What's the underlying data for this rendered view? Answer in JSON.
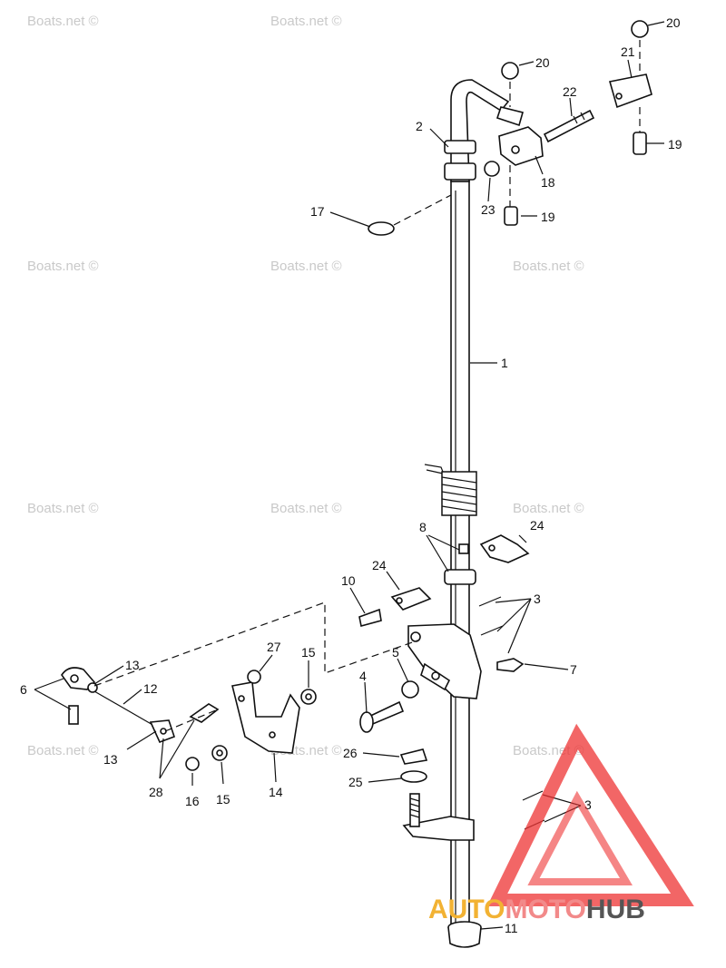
{
  "watermark": "Boats.net ©",
  "logo": {
    "part1": "AUTO",
    "part2": "MOTO",
    "part3": "HUB",
    "colors": {
      "auto": "#f2b233",
      "moto": "#f28a8a",
      "hub": "#555555",
      "triangle": "#ee3333"
    }
  },
  "callouts": {
    "c1": "1",
    "c2": "2",
    "c3a": "3",
    "c3b": "3",
    "c4": "4",
    "c5": "5",
    "c6": "6",
    "c7": "7",
    "c8": "8",
    "c10": "10",
    "c11": "11",
    "c12": "12",
    "c13a": "13",
    "c13b": "13",
    "c14": "14",
    "c15a": "15",
    "c15b": "15",
    "c16": "16",
    "c17": "17",
    "c18": "18",
    "c19a": "19",
    "c19b": "19",
    "c20a": "20",
    "c20b": "20",
    "c21": "21",
    "c22": "22",
    "c23": "23",
    "c24a": "24",
    "c24b": "24",
    "c25": "25",
    "c26": "26",
    "c27": "27",
    "c28": "28"
  }
}
